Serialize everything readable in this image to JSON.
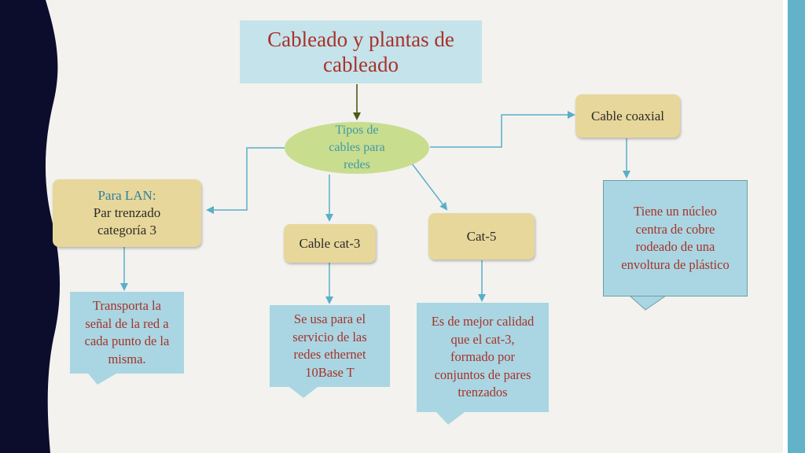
{
  "title": {
    "line1": "Cableado y plantas de",
    "line2": "cableado"
  },
  "center": {
    "line1": "Tipos de",
    "line2": "cables para",
    "line3": "redes"
  },
  "lan": {
    "line1": "Para LAN:",
    "line2": "Par trenzado",
    "line3": "categoría 3"
  },
  "cat3": {
    "label": "Cable cat-3"
  },
  "cat5": {
    "label": "Cat-5"
  },
  "coaxial": {
    "label": "Cable coaxial"
  },
  "desc_lan": {
    "line1": "Transporta la",
    "line2": "señal de la red a",
    "line3": "cada punto de la",
    "line4": "misma."
  },
  "desc_cat3": {
    "line1": "Se usa para el",
    "line2": "servicio de las",
    "line3": "redes ethernet",
    "line4": "10Base T"
  },
  "desc_cat5": {
    "line1": "Es de mejor calidad",
    "line2": "que el cat-3,",
    "line3": "formado por",
    "line4": "conjuntos de pares",
    "line5": "trenzados"
  },
  "desc_coaxial": {
    "line1": "Tiene un núcleo",
    "line2": "centra de cobre",
    "line3": "rodeado de una",
    "line4": "envoltura de plástico"
  },
  "colors": {
    "title_bg": "#c5e3ea",
    "title_text": "#a8322a",
    "tan_box": "#e7d79a",
    "ellipse": "#c9dd8f",
    "ellipse_text": "#3f9aa6",
    "desc_box": "#a9d6e2",
    "desc_text": "#a8322a",
    "navy": "#0c0c2c",
    "accent_stripe": "#62b3c9",
    "connector": "#5aaec8"
  }
}
